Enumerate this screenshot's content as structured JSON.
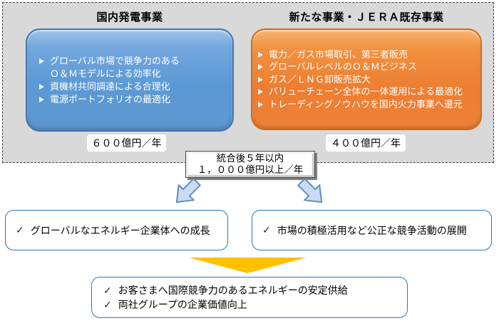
{
  "glyphs": {
    "check": "✓"
  },
  "panel": {
    "left": {
      "title": "国内発電事業",
      "bullets": [
        "グローバル市場で競争力のある\nＯ＆Ｍモデルによる効率化",
        "資機材共同調達による合理化",
        "電源ポートフォリオの最適化"
      ],
      "amount": "６００億円／年"
    },
    "right": {
      "title": "新たな事業・ＪＥＲＡ既存事業",
      "bullets": [
        "電力／ガス市場取引、第三者販売",
        "グローバルレベルのＯ＆Ｍビジネス",
        "ガス／ＬＮＧ卸販売拡大",
        "バリューチェーン全体の一体運用による最適化",
        "トレーディングノウハウを国内火力事業へ還元"
      ],
      "amount": "４００億円／年"
    }
  },
  "total": {
    "line1": "統合後５年以内",
    "line2": "１，０００億円以上／年"
  },
  "outcomes": {
    "left": "グローバルなエネルギー企業体への成長",
    "right": "市場の積極活用など公正な競争活動の展開"
  },
  "final": {
    "items": [
      "お客さまへ国際競争力のあるエネルギーの安定供給",
      "両社グループの企業価値向上"
    ]
  },
  "colors": {
    "panel_bg": "#D9D9D9",
    "blue_box": "#5B9BD5",
    "blue_box_border": "#3F76AC",
    "orange_box": "#ED7D31",
    "orange_box_border": "#D8690F",
    "blue_arrow_fill": "#C9DCF2",
    "blue_arrow_stroke": "#5E8FC4",
    "yellow_arrow": "#FFC000",
    "outcome_border": "#2E75B6"
  }
}
